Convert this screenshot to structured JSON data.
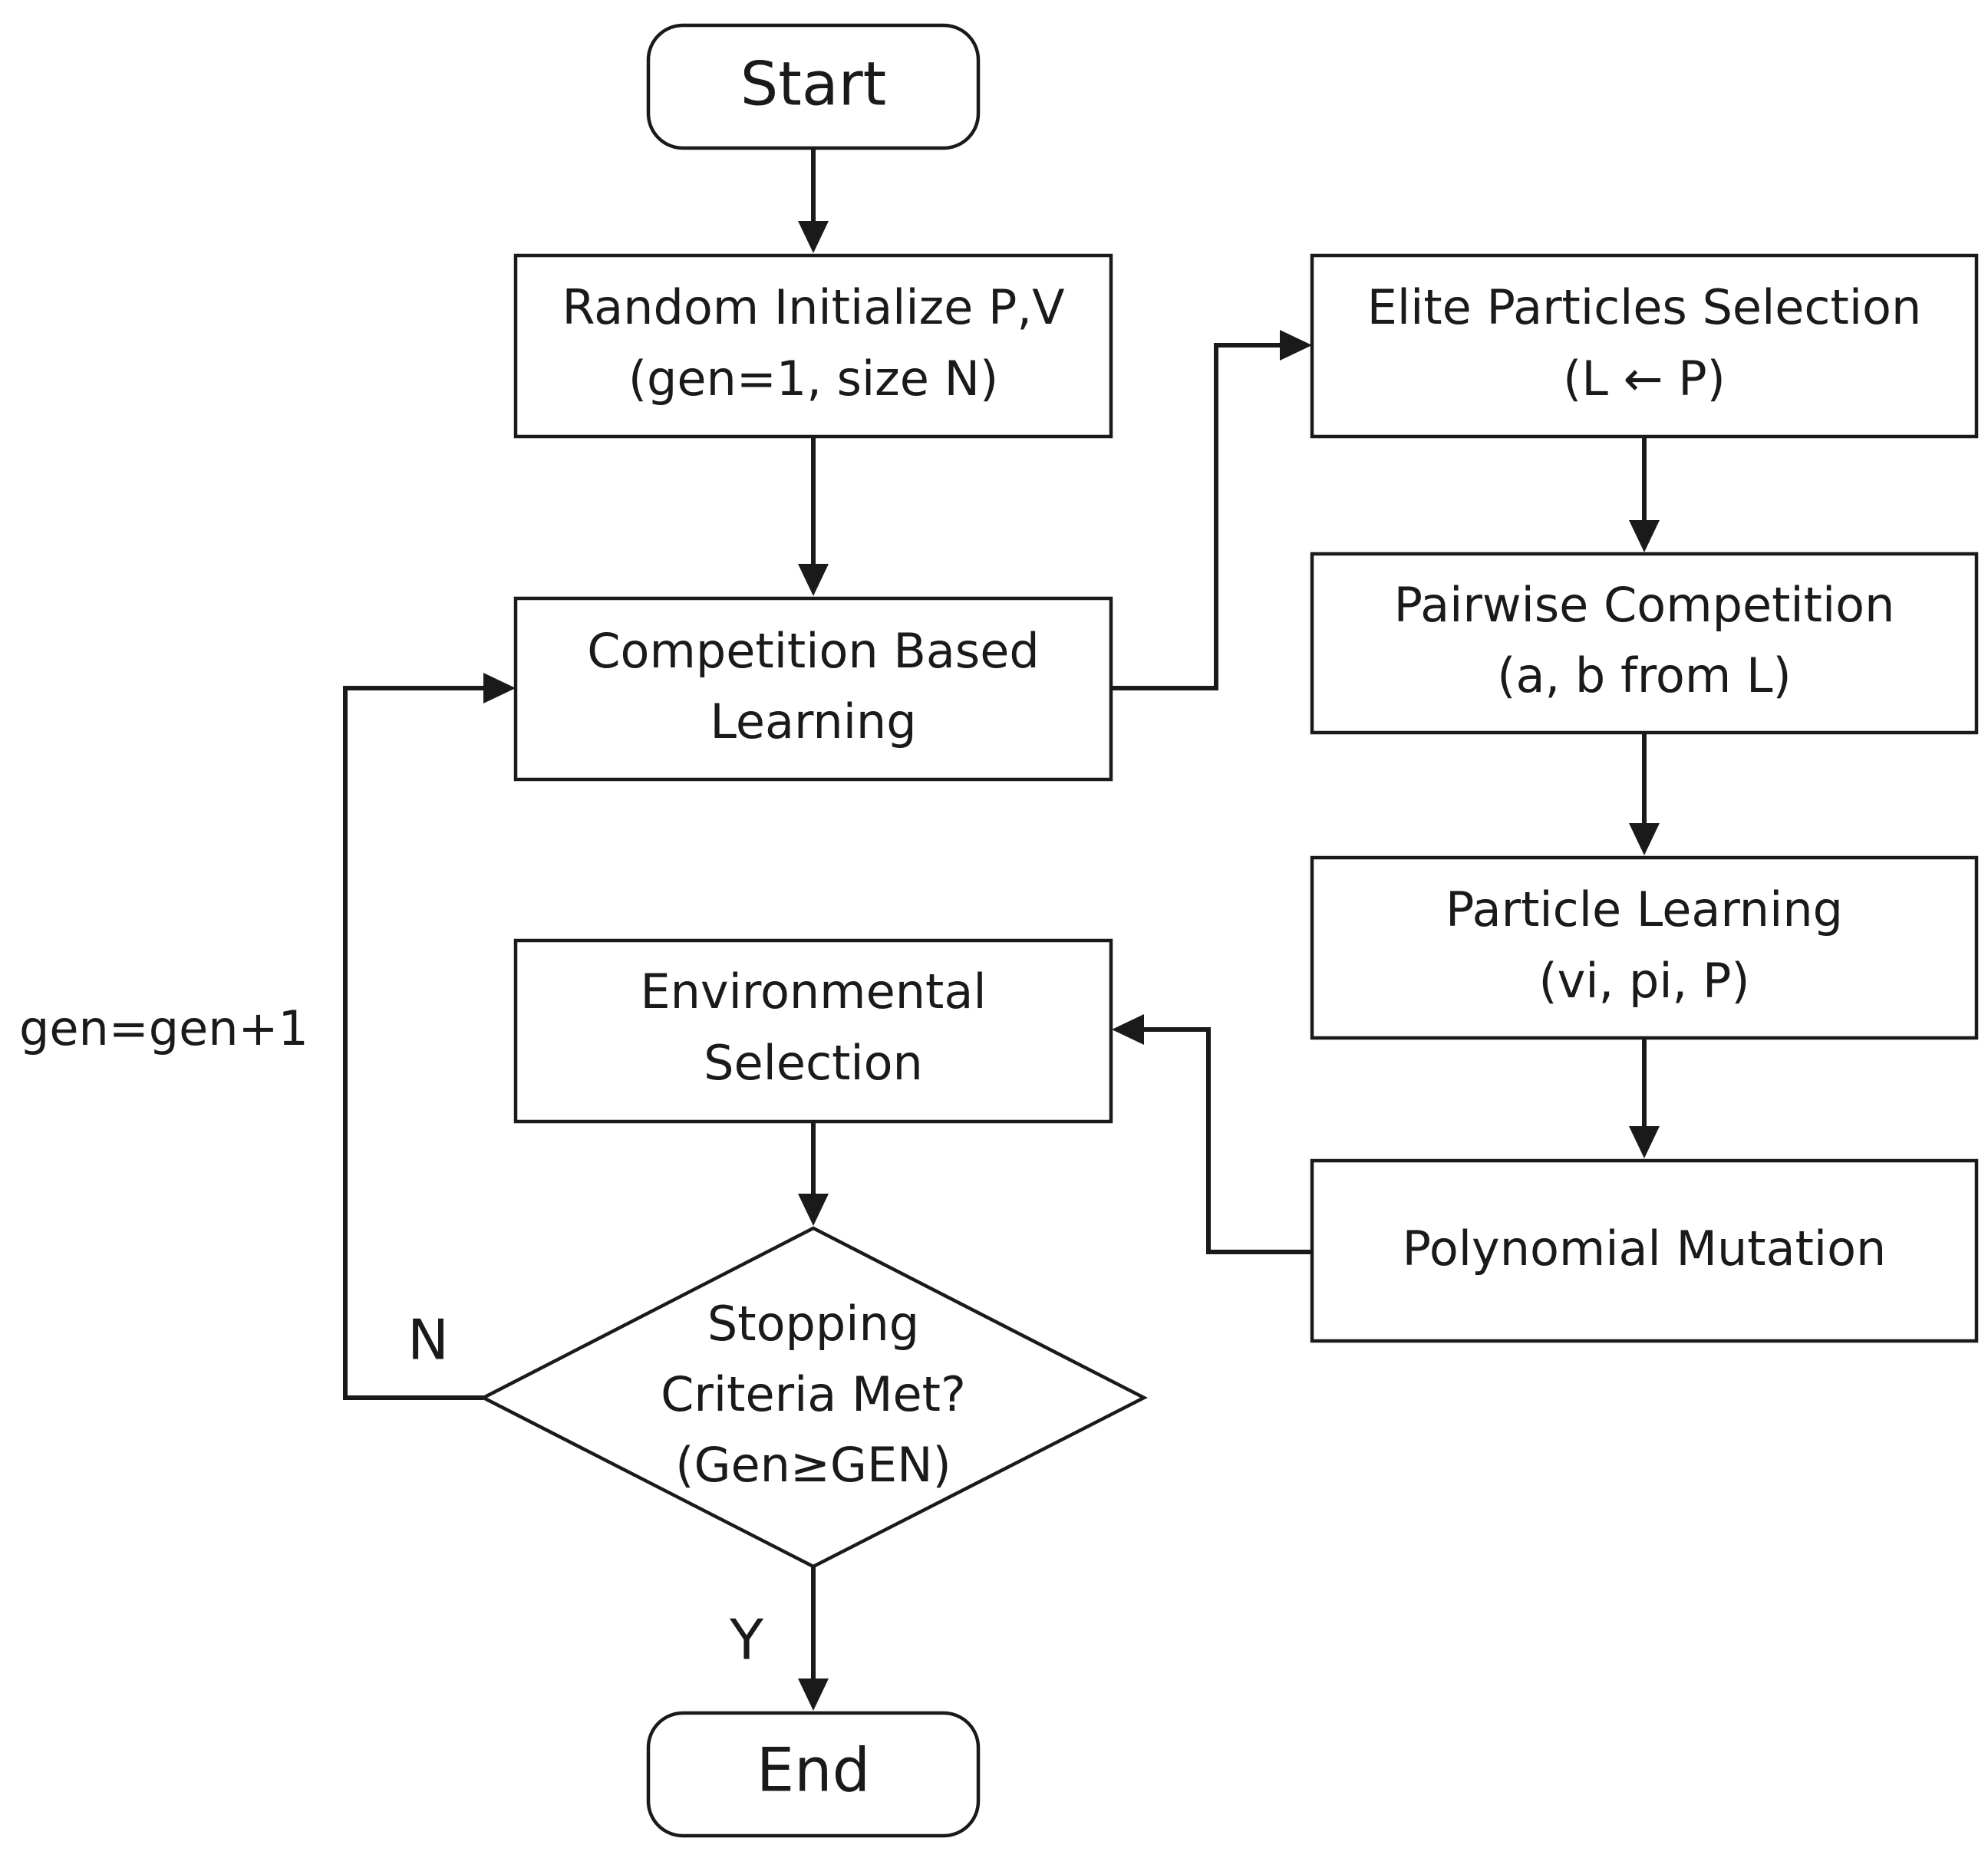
{
  "nodes": {
    "start": {
      "lines": [
        "Start"
      ]
    },
    "init": {
      "lines": [
        "Random Initialize P,V",
        "(gen=1, size N)"
      ]
    },
    "cbl": {
      "lines": [
        "Competition Based",
        "Learning"
      ]
    },
    "elite": {
      "lines": [
        "Elite Particles  Selection",
        "(L ← P)"
      ]
    },
    "pairwise": {
      "lines": [
        "Pairwise Competition",
        "(a, b from L)"
      ]
    },
    "particle": {
      "lines": [
        "Particle Learning",
        "(vi, pi, P)"
      ]
    },
    "mutation": {
      "lines": [
        "Polynomial Mutation"
      ]
    },
    "envsel": {
      "lines": [
        "Environmental",
        "Selection"
      ]
    },
    "decision": {
      "lines": [
        "Stopping",
        "Criteria Met?",
        "(Gen≥GEN)"
      ]
    },
    "end": {
      "lines": [
        "End"
      ]
    }
  },
  "labels": {
    "loop": "gen=gen+1",
    "no": "N",
    "yes": "Y"
  },
  "edges": [
    {
      "from": "start",
      "to": "init"
    },
    {
      "from": "init",
      "to": "cbl"
    },
    {
      "from": "cbl",
      "to": "elite"
    },
    {
      "from": "elite",
      "to": "pairwise"
    },
    {
      "from": "pairwise",
      "to": "particle"
    },
    {
      "from": "particle",
      "to": "mutation"
    },
    {
      "from": "mutation",
      "to": "envsel"
    },
    {
      "from": "envsel",
      "to": "decision"
    },
    {
      "from": "decision",
      "to": "cbl",
      "label": "no"
    },
    {
      "from": "decision",
      "to": "end",
      "label": "yes"
    }
  ],
  "colors": {
    "stroke": "#1a1a1a",
    "fill": "#ffffff",
    "text": "#1a1a1a"
  }
}
